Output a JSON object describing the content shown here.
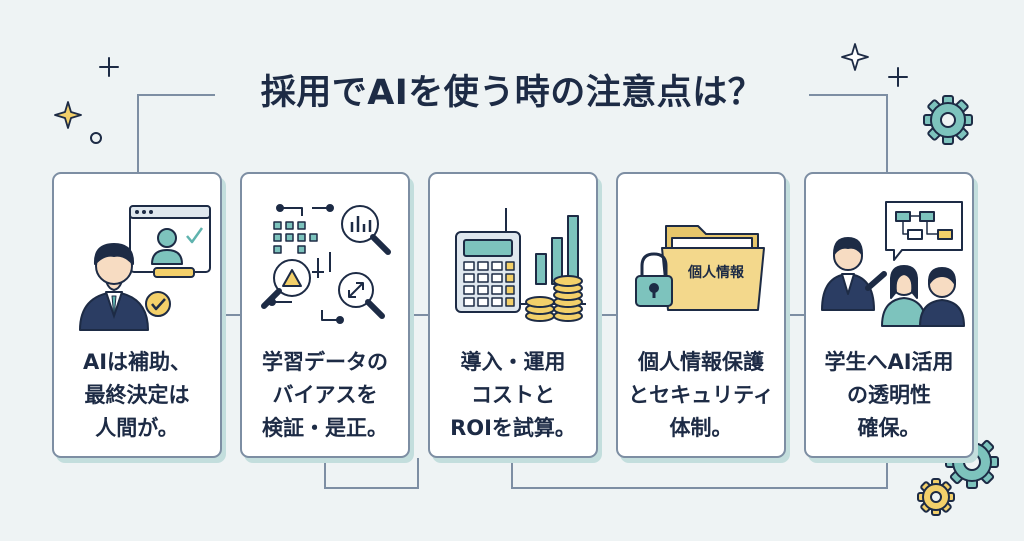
{
  "title": "採用でAIを使う時の注意点は？",
  "cards": [
    {
      "lines": [
        "AIは補助、",
        "最終決定は",
        "人間が。"
      ],
      "icon": "recruiter-review-icon"
    },
    {
      "lines": [
        "学習データの",
        "バイアスを",
        "検証・是正。"
      ],
      "icon": "data-bias-analysis-icon"
    },
    {
      "lines": [
        "導入・運用",
        "コストと",
        "ROIを試算。"
      ],
      "icon": "cost-calculator-icon"
    },
    {
      "lines": [
        "個人情報保護",
        "とセキュリティ",
        "体制。"
      ],
      "icon": "personal-info-lock-icon",
      "folder_label": "個人情報"
    },
    {
      "lines": [
        "学生へAI活用",
        "の透明性",
        "確保。"
      ],
      "icon": "transparency-presentation-icon"
    }
  ],
  "colors": {
    "background": "#eef3f4",
    "text": "#1d2b45",
    "teal_accent": "#5fb3ae",
    "gold_accent": "#e6b83d",
    "card_border": "#7d8ea3"
  }
}
